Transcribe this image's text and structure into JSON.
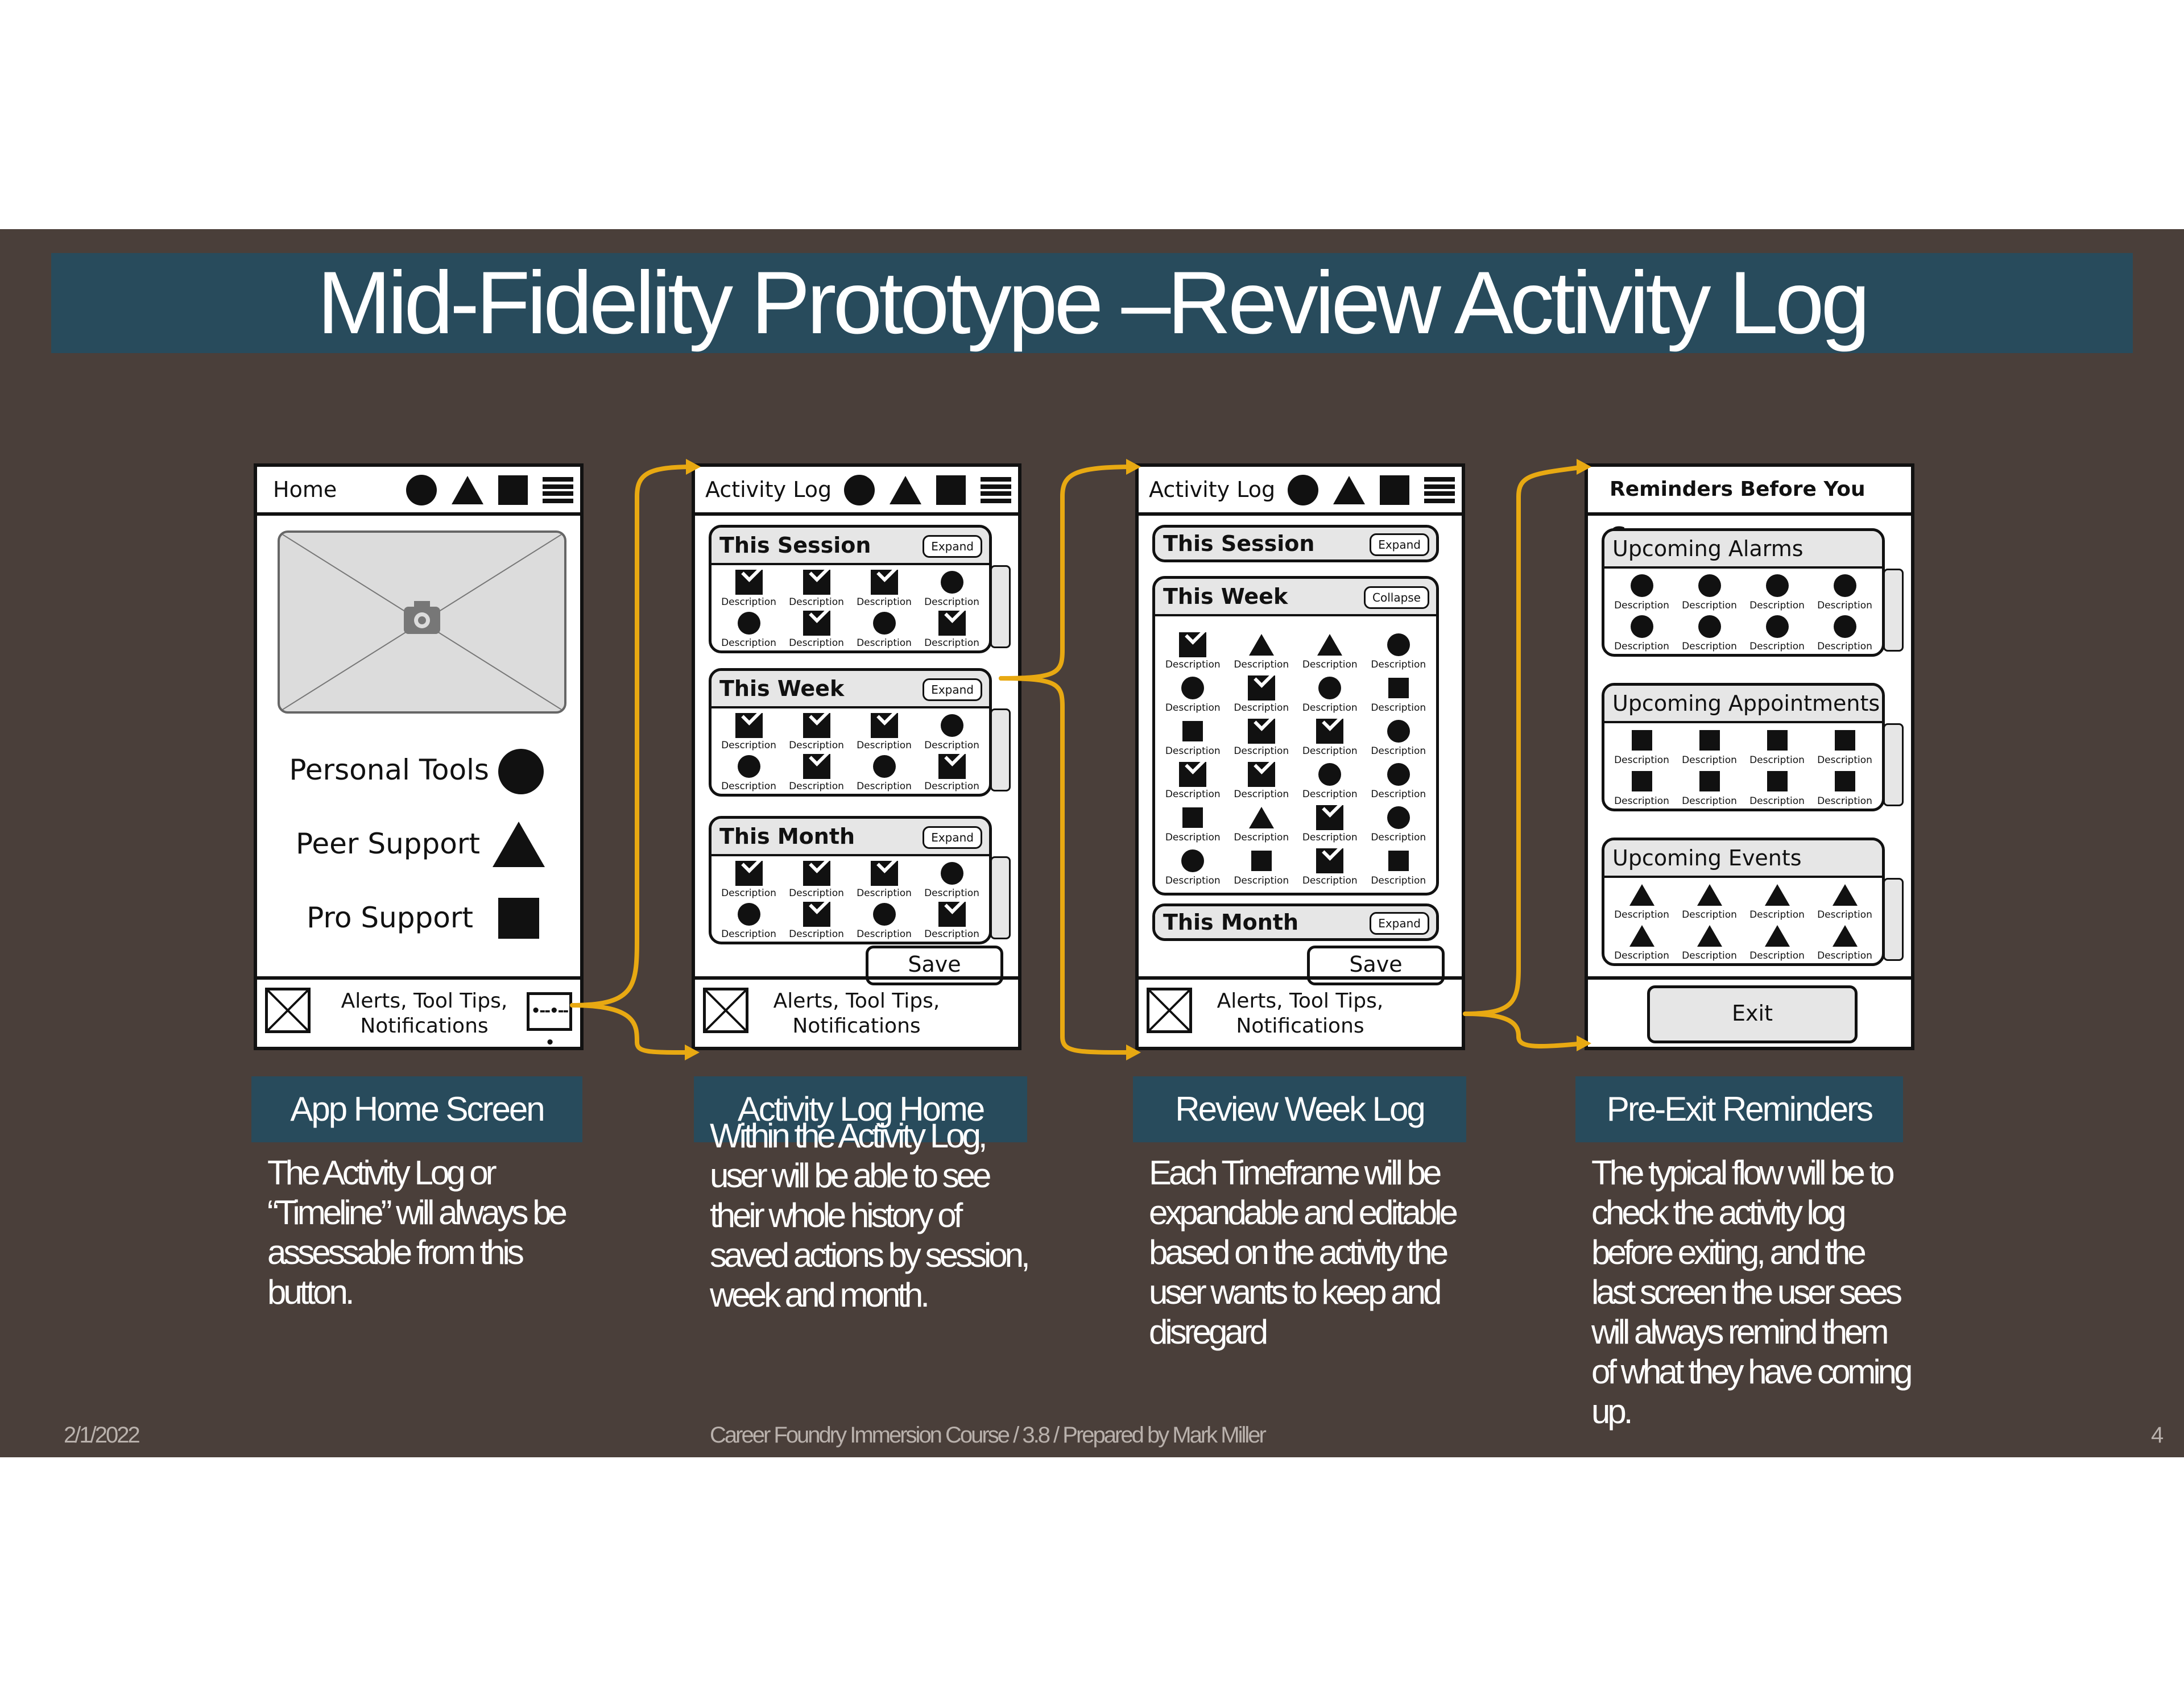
{
  "title": "Mid-Fidelity Prototype –Review Activity Log",
  "colors": {
    "background": "#4a3f3a",
    "title_bar": "#284b5c",
    "arrow": "#e8a912"
  },
  "screens": {
    "home": {
      "header": "Home",
      "rows": [
        {
          "label": "Personal Tools",
          "icon": "circle-icon"
        },
        {
          "label": "Peer Support",
          "icon": "triangle-icon"
        },
        {
          "label": "Pro Support",
          "icon": "square-icon"
        }
      ],
      "footer": "Alerts, Tool Tips,\nNotifications",
      "footer_dots": "•--•--•"
    },
    "activity_log": {
      "header": "Activity Log",
      "sections": [
        {
          "name": "This Session",
          "button": "Expand"
        },
        {
          "name": "This Week",
          "button": "Expand"
        },
        {
          "name": "This Month",
          "button": "Expand"
        }
      ],
      "item_label": "Description",
      "save": "Save",
      "footer": "Alerts, Tool Tips,\nNotifications"
    },
    "review_week": {
      "header": "Activity Log",
      "sections": [
        {
          "name": "This Session",
          "button": "Expand"
        },
        {
          "name": "This Week",
          "button": "Collapse"
        },
        {
          "name": "This Month",
          "button": "Expand"
        }
      ],
      "item_label": "Description",
      "save": "Save",
      "footer": "Alerts, Tool Tips,\nNotifications"
    },
    "reminders": {
      "header": "Reminders Before You Go...",
      "sections": [
        {
          "name": "Upcoming Alarms"
        },
        {
          "name": "Upcoming Appointments"
        },
        {
          "name": "Upcoming Events"
        }
      ],
      "item_label": "Description",
      "exit": "Exit"
    }
  },
  "captions": [
    {
      "title": "App Home Screen",
      "text": "The Activity Log or\n“Timeline” will always be\nassessable from this\nbutton."
    },
    {
      "title": "Activity Log Home",
      "text": "Within the Activity Log,\nuser will be able to see\ntheir whole history of\nsaved actions by session,\nweek and month."
    },
    {
      "title": "Review Week Log",
      "text": "Each Timeframe will be\nexpandable and editable\nbased on the activity the\nuser wants to keep and\ndisregard"
    },
    {
      "title": "Pre-Exit Reminders",
      "text": "The typical flow will be to\ncheck the activity log\nbefore exiting, and the\nlast screen the user sees\nwill always remind them\nof what they have coming\nup."
    }
  ],
  "footer": {
    "date": "2/1/2022",
    "middle": "Career Foundry Immersion Course / 3.8 / Prepared by Mark Miller",
    "page": "4"
  }
}
